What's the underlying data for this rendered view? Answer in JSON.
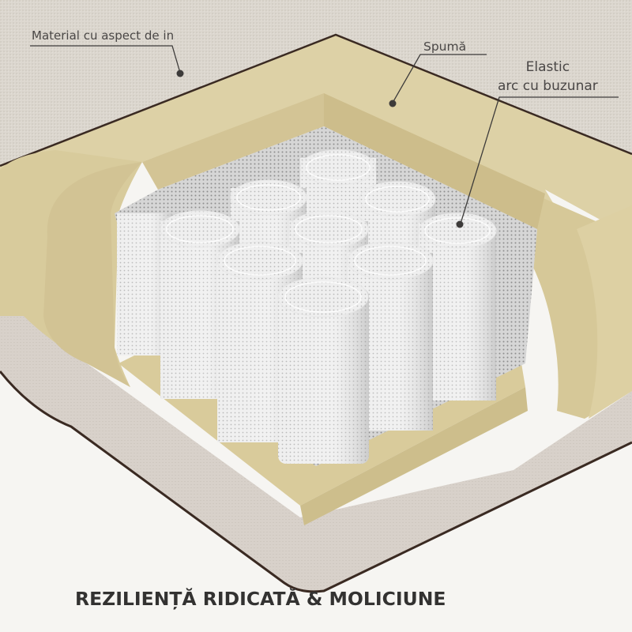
{
  "illustration": {
    "subject": "pocket-spring mattress cross-section",
    "layers": [
      "fabric cover",
      "foam",
      "pocket springs"
    ],
    "colors": {
      "background": "#f6f5f2",
      "fabric": "#dad5cd",
      "foam_top": "#ddd1a6",
      "foam_side": "#d2c394",
      "foam_shadow": "#c8b785",
      "spring_white": "#f2f2f2",
      "spring_shadow": "#c9c9c9",
      "outline": "#3a2a22",
      "callout": "#3d3b3a"
    }
  },
  "callouts": {
    "fabric": "Material cu aspect de in",
    "foam": "Spumă",
    "spring_line1": "Elastic",
    "spring_line2": "arc cu buzunar"
  },
  "headline": "REZILIENȚĂ RIDICATĂ & MOLICIUNE"
}
